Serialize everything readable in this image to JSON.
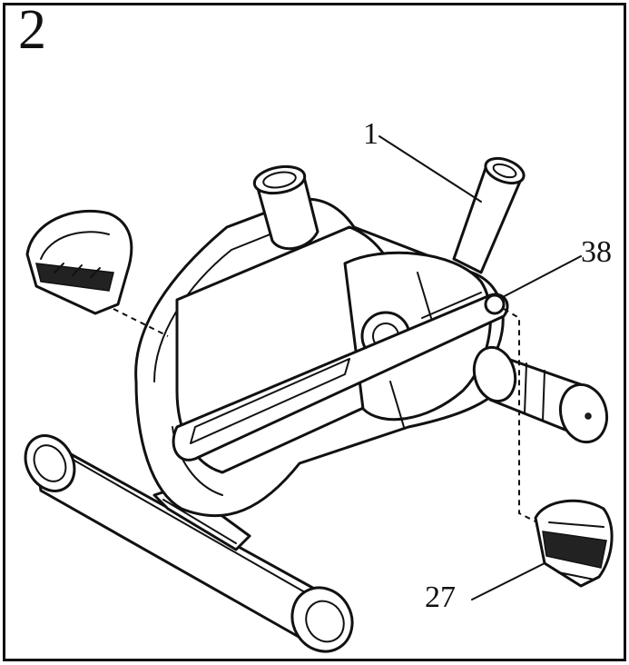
{
  "step": {
    "number": "2"
  },
  "callouts": {
    "part_1": "1",
    "part_38": "38",
    "part_27": "27"
  },
  "colors": {
    "ink": "#111111",
    "paper": "#ffffff"
  }
}
